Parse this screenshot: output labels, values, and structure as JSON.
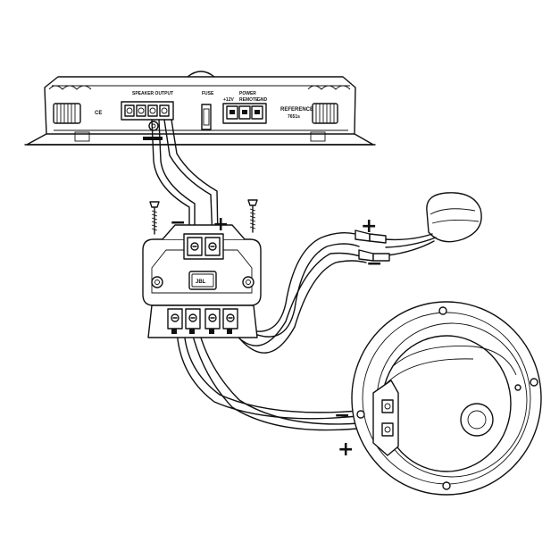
{
  "amplifier": {
    "ce_mark": "CE",
    "speaker_output_label": "SPEAKER OUTPUT",
    "fuse_label": "FUSE",
    "power_label": "POWER",
    "power_terminals": [
      "+12V",
      "REMOTE",
      "GND"
    ],
    "model_line1": "REFERENCE",
    "model_line2": "7651s"
  },
  "crossover": {
    "logo": "JBL"
  },
  "polarity": {
    "crossover_negative": "−",
    "crossover_positive": "+",
    "tweeter_positive": "+",
    "tweeter_negative": "−",
    "woofer_negative": "−",
    "woofer_positive": "+"
  }
}
